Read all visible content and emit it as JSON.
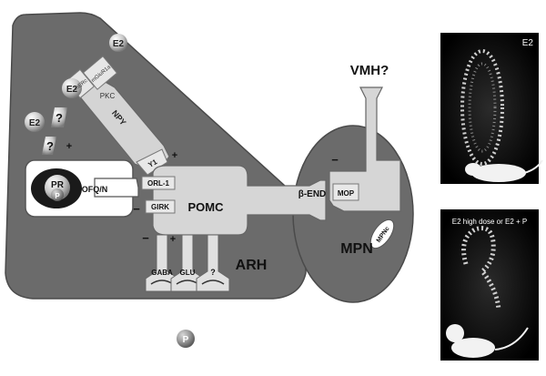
{
  "diagram": {
    "labels": {
      "e2_top": "E2",
      "e2_mid": "E2",
      "e2_left": "E2",
      "q1": "?",
      "q2": "?",
      "plus_er": "+",
      "erc": "mERc",
      "mglur": "mGluR1a",
      "pkc": "PKC",
      "npy": "NPY",
      "y1": "Y1",
      "plus_y1": "+",
      "pr": "PR",
      "p_inner": "P",
      "ofqn": "OFQ/N",
      "orl1": "ORL-1",
      "minus_orl": "−",
      "girk": "GIRK",
      "pomc": "POMC",
      "minus_gaba": "−",
      "plus_glu": "+",
      "gaba": "GABA",
      "glu": "GLU",
      "unk": "?",
      "arh": "ARH",
      "p_bottom": "P",
      "bend": "β-END",
      "mop": "MOP",
      "minus_mop": "−",
      "mpnc": "MPNc",
      "mpn": "MPN",
      "vmh": "VMH?"
    },
    "panels": {
      "top_label": "E2",
      "bottom_label": "E2 high dose or E2 + P"
    }
  }
}
